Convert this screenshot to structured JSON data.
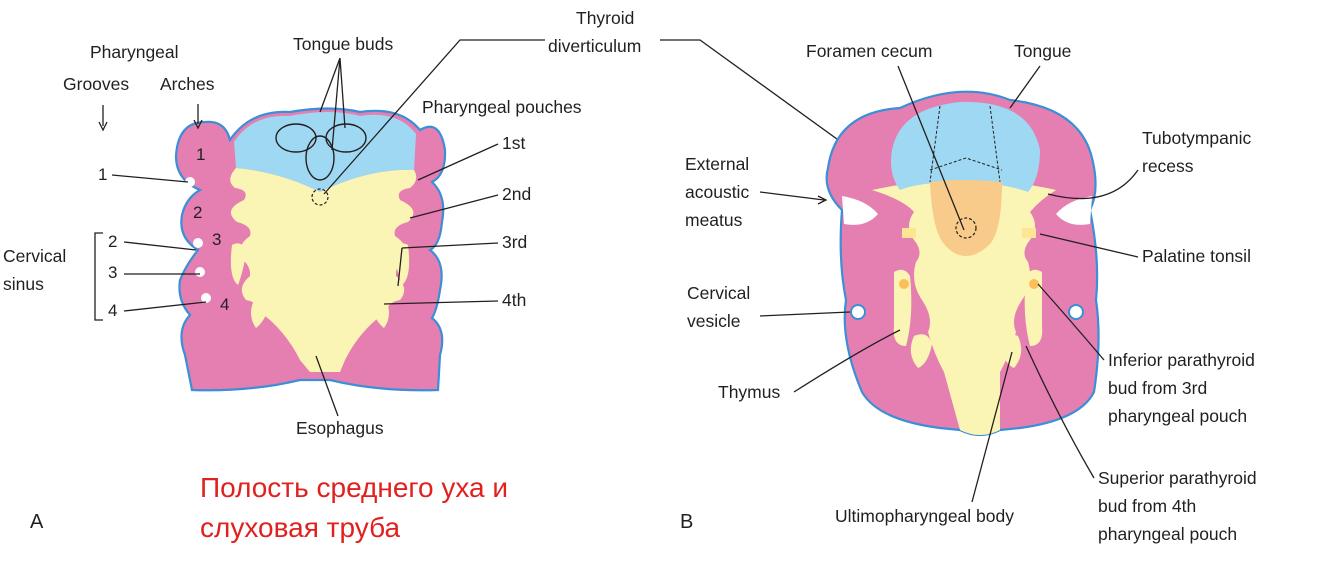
{
  "diagram": {
    "panel_a": {
      "letter": "A",
      "header_pharyngeal": "Pharyngeal",
      "header_grooves": "Grooves",
      "header_arches": "Arches",
      "tongue_buds": "Tongue buds",
      "thyroid_line1": "Thyroid",
      "thyroid_line2": "diverticulum",
      "pharyngeal_pouches": "Pharyngeal pouches",
      "pouch_1": "1st",
      "pouch_2": "2nd",
      "pouch_3": "3rd",
      "pouch_4": "4th",
      "groove_1": "1",
      "groove_2": "2",
      "groove_3": "3",
      "groove_4": "4",
      "arch_1": "1",
      "arch_2": "2",
      "arch_3": "3",
      "arch_4": "4",
      "cervical_line1": "Cervical",
      "cervical_line2": "sinus",
      "esophagus": "Esophagus"
    },
    "panel_b": {
      "letter": "B",
      "foramen_cecum": "Foramen cecum",
      "tongue": "Tongue",
      "tubotympanic_line1": "Tubotympanic",
      "tubotympanic_line2": "recess",
      "external_line1": "External",
      "external_line2": "acoustic",
      "external_line3": "meatus",
      "palatine_tonsil": "Palatine tonsil",
      "cervical_vesicle_line1": "Cervical",
      "cervical_vesicle_line2": "vesicle",
      "thymus": "Thymus",
      "inferior_line1": "Inferior parathyroid",
      "inferior_line2": "bud from 3rd",
      "inferior_line3": "pharyngeal pouch",
      "superior_line1": "Superior parathyroid",
      "superior_line2": "bud from 4th",
      "superior_line3": "pharyngeal pouch",
      "ultimopharyngeal": "Ultimopharyngeal body"
    },
    "caption_ru_line1": "Полость среднего уха и",
    "caption_ru_line2": "слуховая труба",
    "colors": {
      "mesenchyme_pink": "#e67fb1",
      "endoderm_yellow": "#fbf5b5",
      "tongue_blue": "#9fd8f2",
      "thyroid_orange": "#f8cb8a",
      "outline_blue": "#3a8fd6",
      "caption_red": "#e0211f"
    }
  }
}
